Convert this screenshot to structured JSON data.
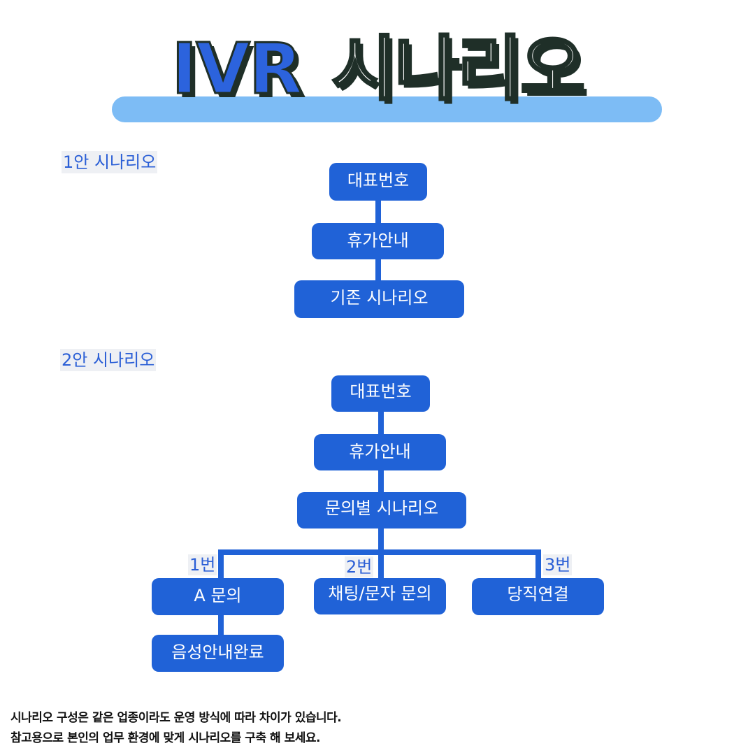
{
  "title": {
    "en": "IVR",
    "ko": "시나리오"
  },
  "scenario1": {
    "label": "1안 시나리오",
    "nodes": [
      "대표번호",
      "휴가안내",
      "기존 시나리오"
    ]
  },
  "scenario2": {
    "label": "2안 시나리오",
    "nodes": [
      "대표번호",
      "휴가안내",
      "문의별 시나리오"
    ],
    "branches": [
      {
        "number": "1번",
        "label": "A 문의",
        "child": "음성안내완료"
      },
      {
        "number": "2번",
        "label": "채팅/문자 문의"
      },
      {
        "number": "3번",
        "label": "당직연결"
      }
    ]
  },
  "footer": {
    "line1": "시나리오 구성은 같은 업종이라도 운영 방식에 따라 차이가 있습니다.",
    "line2": "참고용으로 본인의 업무 환경에 맞게 시나리오를 구축 해 보세요."
  },
  "colors": {
    "node": "#2062d7",
    "label": "#2b5fd6",
    "title_bar": "#7dbcf5"
  }
}
